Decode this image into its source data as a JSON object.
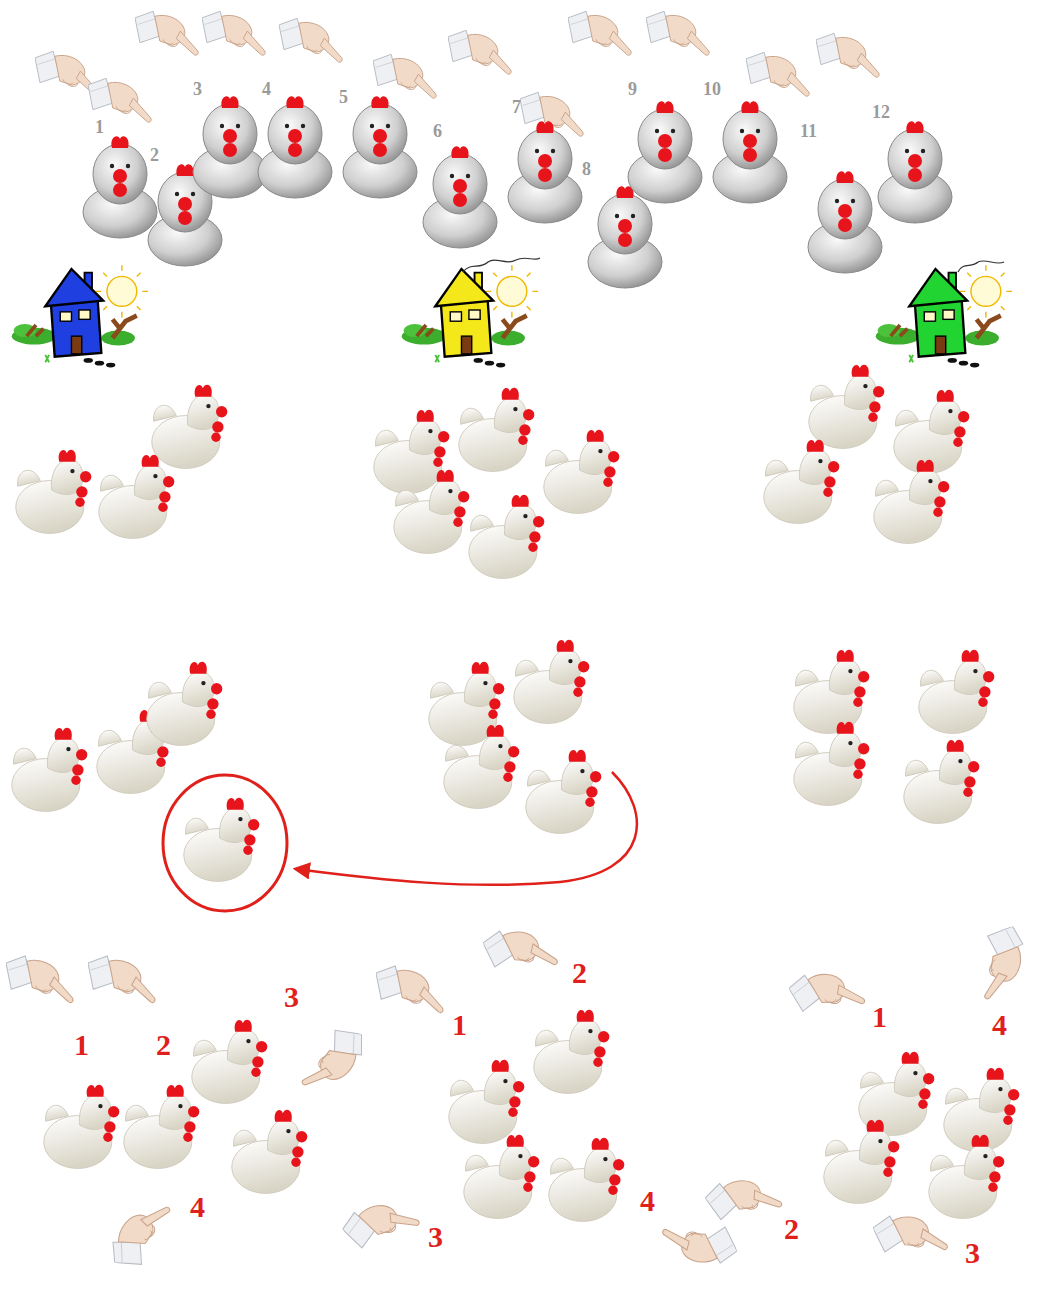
{
  "diagram": {
    "labels": [
      "1",
      "2",
      "3",
      "4",
      "5",
      "6",
      "7",
      "8",
      "9",
      "10",
      "11",
      "12",
      "1",
      "2",
      "3",
      "4",
      "1",
      "2",
      "3",
      "4",
      "1",
      "2",
      "3",
      "4"
    ]
  }
}
